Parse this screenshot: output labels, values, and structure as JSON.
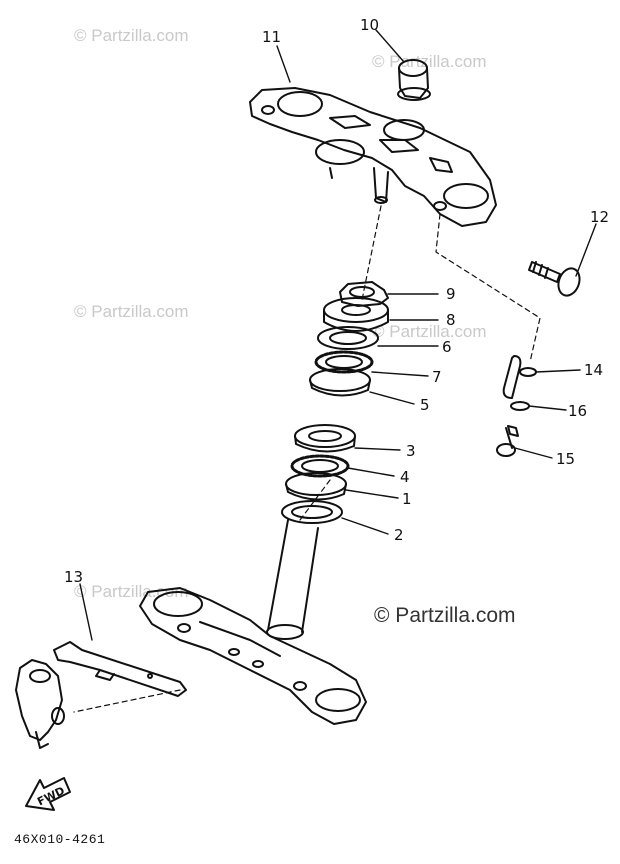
{
  "watermark": {
    "text": "© Partzilla.com"
  },
  "diagram_code": "46X010-4261",
  "fwd_label": "FWD",
  "callouts": {
    "c1": "1",
    "c2": "2",
    "c3": "3",
    "c4": "4",
    "c5": "5",
    "c6": "6",
    "c7": "7",
    "c8": "8",
    "c9": "9",
    "c10": "10",
    "c11": "11",
    "c12": "12",
    "c13": "13",
    "c14": "14",
    "c15": "15",
    "c16": "16"
  }
}
